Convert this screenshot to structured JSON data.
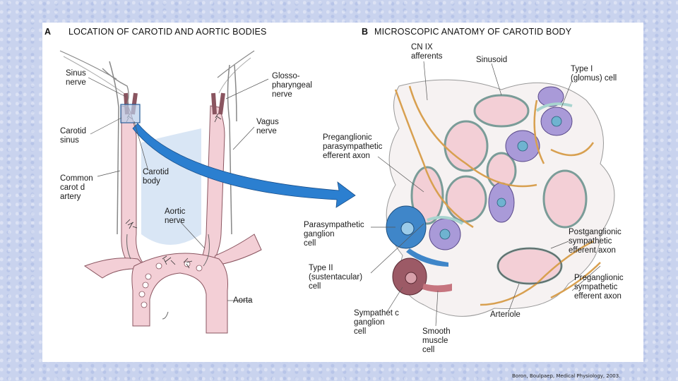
{
  "panel_a": {
    "letter": "A",
    "title": "LOCATION OF CAROTID AND AORTIC BODIES",
    "labels": {
      "sinus_nerve": "Sinus\nnerve",
      "glossopharyngeal_nerve": "Glosso-\npharyngeal\nnerve",
      "carotid_sinus": "Carotid\nsinus",
      "vagus_nerve": "Vagus\nnerve",
      "common_carotid_artery": "Common\ncarot d\nartery",
      "carotid_body": "Carotid\nbody",
      "aortic_nerve": "Aortic\nnerve",
      "aorta": "Aorta"
    }
  },
  "panel_b": {
    "letter": "B",
    "title": "MICROSCOPIC ANATOMY OF CAROTID BODY",
    "labels": {
      "cn_ix_afferents": "CN IX\nafferents",
      "sinusoid": "Sinusoid",
      "type_i_cell": "Type I\n(glomus) cell",
      "preganglionic_parasympathetic": "Preganglionic\nparasympathetic\nefferent axon",
      "parasympathetic_ganglion_cell": "Parasympathetic\nganglion\ncell",
      "postganglionic_sympathetic": "Postganglionic\nsympathetic\nefferent axon",
      "type_ii_cell": "Type II\n(sustentacular)\ncell",
      "preganglionic_sympathetic": "Preganglionic\nsympathetic\nefferent axon",
      "sympathetic_ganglion_cell": "Sympathet c\nganglion\ncell",
      "smooth_muscle_cell": "Smooth\nmuscle\ncell",
      "arteriole": "Arteriole"
    }
  },
  "citation": "Boron, Boulpaep, Medical Physiology, 2003.",
  "colors": {
    "vessel": "#f3cfd6",
    "vessel_edge": "#8a5560",
    "arrow": "#2b7fd0",
    "nerve": "#d8a050",
    "type_i": "#a99ad8",
    "type_ii": "#a8d4cf",
    "para_ganglion": "#3f86c9",
    "symp_ganglion": "#9c5a66",
    "tissue": "#f6f2f2"
  }
}
